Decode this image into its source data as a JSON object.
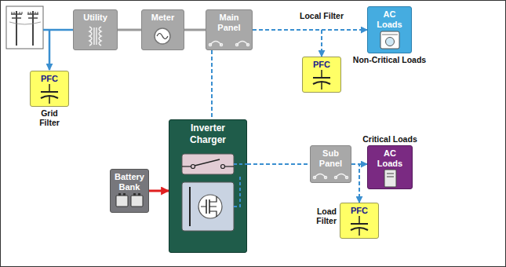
{
  "diagram": {
    "nodes": [
      {
        "text": [
          "Utility"
        ]
      },
      {
        "text": [
          "Meter"
        ]
      },
      {
        "text": [
          "Main Panel"
        ]
      },
      {
        "text": [
          "AC Loads",
          "Non-Critical Loads"
        ]
      },
      {
        "text": [
          "Local Filter",
          "PFC"
        ]
      },
      {
        "text": [
          "PFC",
          "Grid Filter"
        ]
      },
      {
        "text": [
          "Inverter Charger"
        ]
      },
      {
        "text": [
          "Battery Bank"
        ]
      },
      {
        "text": [
          "Sub Panel"
        ]
      },
      {
        "text": [
          "Critical Loads",
          "AC Loads"
        ]
      },
      {
        "text": [
          "PFC",
          "Load Filter"
        ]
      }
    ],
    "edges": [
      {
        "from": 0,
        "to": 1,
        "arrow": "none"
      },
      {
        "from": 1,
        "to": 2,
        "arrow": "none"
      },
      {
        "from": 2,
        "to": 3,
        "arrow": "to"
      },
      {
        "from": 2,
        "to": 4,
        "arrow": "to"
      },
      {
        "from": 2,
        "to": 6,
        "arrow": "none"
      },
      {
        "from": 7,
        "to": 6,
        "arrow": "to"
      },
      {
        "from": 6,
        "to": 8,
        "arrow": "none"
      },
      {
        "from": 8,
        "to": 9,
        "arrow": "to"
      },
      {
        "from": 8,
        "to": 10,
        "arrow": "to"
      }
    ]
  }
}
